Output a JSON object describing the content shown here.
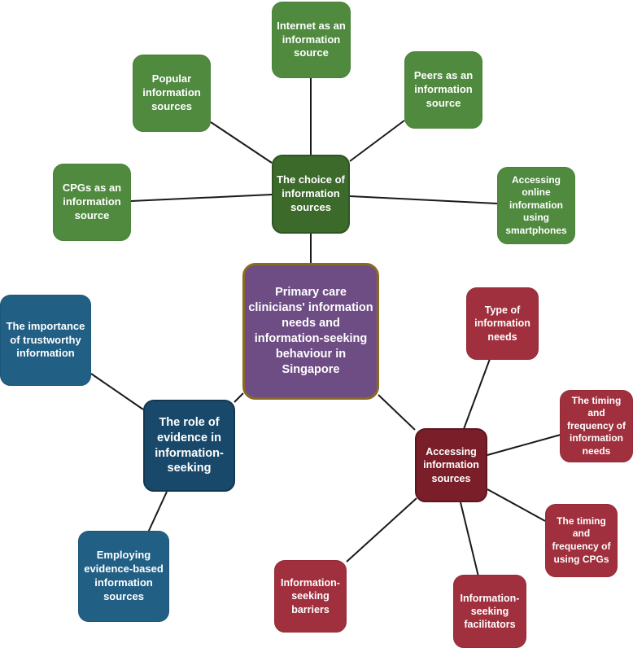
{
  "center": {
    "label": "Primary care clinicians' information needs and information-seeking behaviour in Singapore"
  },
  "themes": {
    "choice": {
      "label": "The choice of information sources",
      "children": [
        "Internet as an information source",
        "Popular information sources",
        "Peers as an information source",
        "CPGs as an information source",
        "Accessing online information using smartphones"
      ]
    },
    "evidence": {
      "label": "The role of evidence in information-seeking",
      "children": [
        "The importance of trustworthy information",
        "Employing evidence-based information sources"
      ]
    },
    "accessing": {
      "label": "Accessing information sources",
      "children": [
        "Type of information needs",
        "The timing and frequency of information needs",
        "The timing and frequency of using CPGs",
        "Information-seeking facilitators",
        "Information-seeking barriers"
      ]
    }
  },
  "colors": {
    "choice": "#4f8a3f",
    "choice_hub": "#3c6a2b",
    "center": "#6e4d85",
    "evidence": "#215f85",
    "evidence_hub": "#19496a",
    "accessing": "#a0303d",
    "accessing_hub": "#7a1f29",
    "connector": "#1a1a1a"
  }
}
